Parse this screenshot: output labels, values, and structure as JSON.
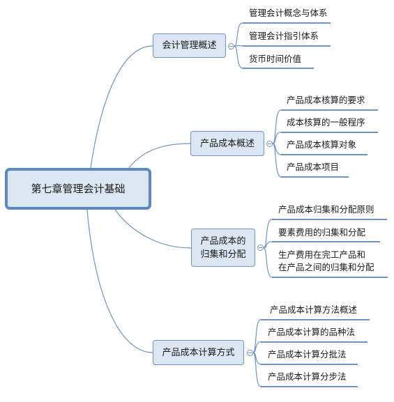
{
  "root": {
    "label": "第七章管理会计基础"
  },
  "branches": [
    {
      "label": "会计管理概述",
      "children": [
        "管理会计概念与体系",
        "管理会计指引体系",
        "货币时间价值"
      ]
    },
    {
      "label": "产品成本概述",
      "children": [
        "产品成本核算的要求",
        "成本核算的一般程序",
        "产品成本核算对象",
        "产品成本项目"
      ]
    },
    {
      "label": "产品成本的\n归集和分配",
      "children": [
        "产品成本归集和分配原则",
        "要素费用的归集和分配",
        "生产费用在完工产品和\n在产品之间的归集和分配"
      ]
    },
    {
      "label": "产品成本计算方式",
      "children": [
        "产品成本计算方法概述",
        "产品成本计算的品种法",
        "产品成本计算分批法",
        "产品成本计算分步法"
      ]
    }
  ],
  "colors": {
    "line": "#6f93c3",
    "root_border": "#5b87c5",
    "node_fill": "#dce6f2"
  }
}
